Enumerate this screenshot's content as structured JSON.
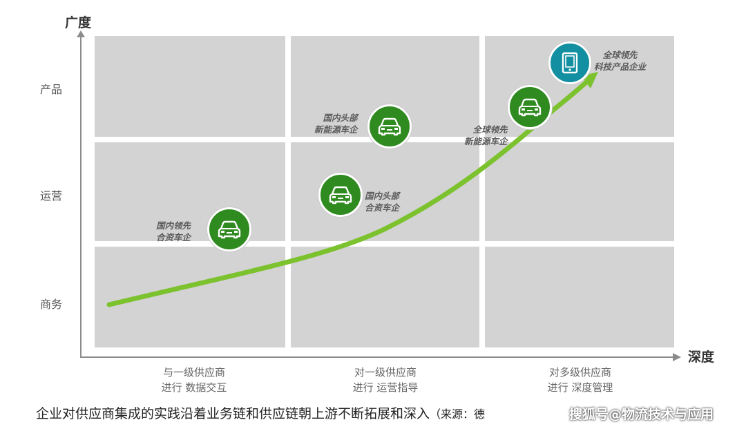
{
  "axes": {
    "y_title": "广度",
    "x_title": "深度",
    "y_levels": [
      "产品",
      "运营",
      "商务"
    ],
    "x_levels": [
      {
        "line1": "与一级供应商",
        "line2": "进行 数据交互"
      },
      {
        "line1": "对一级供应商",
        "line2": "进行 运营指导"
      },
      {
        "line1": "对多级供应商",
        "line2": "进行 深度管理"
      }
    ]
  },
  "nodes": [
    {
      "line1": "国内领先",
      "line2": "合资车企",
      "icon": "car-icon",
      "color": "#2f8a1f"
    },
    {
      "line1": "国内头部",
      "line2": "合资车企",
      "icon": "car-icon",
      "color": "#2f8a1f"
    },
    {
      "line1": "国内头部",
      "line2": "新能源车企",
      "icon": "car-icon",
      "color": "#2f8a1f"
    },
    {
      "line1": "全球领先",
      "line2": "新能源车企",
      "icon": "car-icon",
      "color": "#2f8a1f"
    },
    {
      "line1": "全球领先",
      "line2": "科技产品企业",
      "icon": "tablet-icon",
      "color": "#128fa0"
    }
  ],
  "colors": {
    "grid_cell": "#d3d3d3",
    "arrow": "#7cc22e",
    "axis": "#8c8c8c"
  },
  "caption": {
    "text": "企业对供应商集成的实践沿着业务链和供应链朝上游不断拓展和深入",
    "source": "（来源：德"
  },
  "watermark": "搜狐号@物流技术与应用"
}
